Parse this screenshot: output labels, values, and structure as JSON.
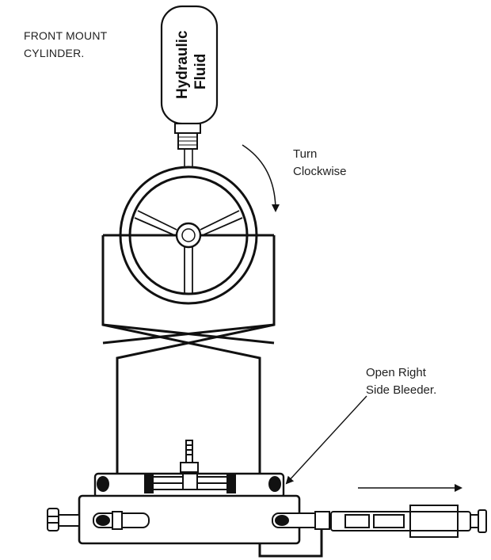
{
  "labels": {
    "front_mount_line1": "FRONT MOUNT",
    "front_mount_line2": "CYLINDER.",
    "turn_line1": "Turn",
    "turn_line2": "Clockwise",
    "bleeder_line1": "Open Right",
    "bleeder_line2": "Side Bleeder."
  },
  "reservoir": {
    "line1": "Hydraulic",
    "line2": "Fluid"
  },
  "colors": {
    "ink": "#111111",
    "background": "#ffffff"
  }
}
